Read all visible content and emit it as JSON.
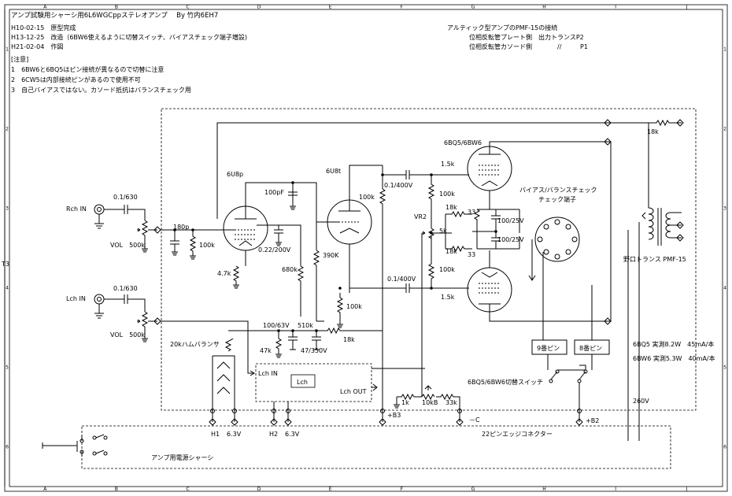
{
  "title": "アンプ試験用シャーシ用6L6WGCppステレオアンプ　 By 竹内6EH7",
  "history": [
    "H10-02-15　原型完成",
    "H13-12-25　改造（6BW6使えるように切替スイッチ、バイアスチェック端子増設)",
    "H21-02-04　作図"
  ],
  "notes_title": "[注意]",
  "notes": [
    "1　6BW6と6BQ5はピン接続が異なるので切替に注意",
    "2　6CW5は内部接続ピンがあるので使用不可",
    "3　自己バイアスではない。カソード抵抗はバランスチェック用"
  ],
  "connection_note": {
    "title": "アルティック型アンプのPMF-15の接続",
    "line1": "位相反転管プレート側　出力トランスP2",
    "line2_a": "位相反転管カソード側",
    "line2_b": "//",
    "line2_c": "P1"
  },
  "frame_letters": [
    "A",
    "B",
    "C",
    "D",
    "E",
    "F",
    "G",
    "H",
    "I",
    "J"
  ],
  "frame_numbers": [
    "1",
    "2",
    "3",
    "4",
    "5",
    "6"
  ],
  "labels": {
    "rch_in": "Rch IN",
    "lch_in": "Lch IN",
    "cap_in_r": "0.1/630",
    "cap_in_l": "0.1/630",
    "vol_r": "VOL　500k",
    "vol_l": "VOL　500k",
    "c_180p": "180p",
    "r_100k_grid": "100k",
    "tube_v1": "6U8p",
    "tube_v2": "6U8t",
    "c_100pf": "100pF",
    "c_022": "0.22/200V",
    "r_47k": "4.7k",
    "r_680k": "680k",
    "r_390k": "390K",
    "r_100k_a": "100k",
    "r_100k_b": "100k",
    "c_coup1": "0.1/400V",
    "c_coup2": "0.1/400V",
    "r_15k_a": "1.5k",
    "r_15k_b": "1.5k",
    "r_100k_g1": "100k",
    "r_100k_g2": "100k",
    "vr2": "VR2",
    "r_18k_a": "18k",
    "r_18k_b": "18k",
    "pot_5k": "5k",
    "r_33_a": "33",
    "r_33_b": "33",
    "c_100_25_a": "100/25V",
    "c_100_25_b": "100/25V",
    "tube_out": "6BQ5/6BW6",
    "bias_check": "バイアス/バランスチェック",
    "check_terminal": "チェック端子",
    "r_18k_fb": "18k",
    "r_18k_dec": "18k",
    "xfmr": "野口トランス PMF-15",
    "c_100_63": "100/63V",
    "r_510k": "510k",
    "r_47k_b": "47k",
    "c_47_350": "47/350V",
    "hum_balancer": "20kハムバランサ",
    "lch_in_box": "Lch IN",
    "lch_box": "Lch",
    "lch_out": "Lch OUT",
    "r_1k": "1k",
    "r_10kb": "10kB",
    "r_33k": "33k",
    "pin9": "9番ピン",
    "pin8": "8番ピン",
    "switch": "6BQ5/6BW6切替スイッチ",
    "spec1": "6BQ5 実測8.2W　45mA/本",
    "spec2": "6BW6 実測5.3W　40mA/本",
    "v260": "260V",
    "b3": "+B3",
    "c_neg": "－C",
    "b2": "+B2",
    "h1": "H1",
    "v63a": "6.3V",
    "h2": "H2",
    "v63b": "6.3V",
    "edge": "22ピンエッジコネクター",
    "chassis": "アンプ用電源シャーシ",
    "t3": "T3"
  }
}
